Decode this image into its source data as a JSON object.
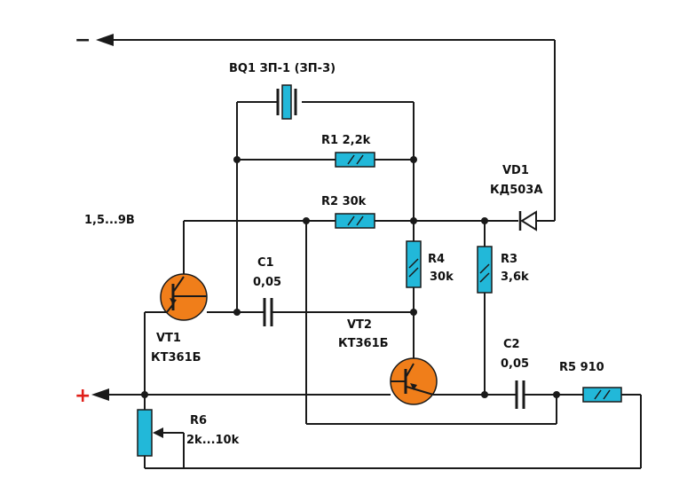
{
  "labels": {
    "quartz": "BQ1 ЗП-1 (ЗП-3)",
    "r1": "R1 2,2k",
    "r2": "R2 30k",
    "vd1_name": "VD1",
    "vd1_type": "КД503А",
    "supply": "1,5...9В",
    "c1_name": "C1",
    "c1_val": "0,05",
    "r4_name": "R4",
    "r4_val": "30k",
    "r3_name": "R3",
    "r3_val": "3,6k",
    "vt1_name": "VT1",
    "vt1_type": "КТ361Б",
    "vt2_name": "VT2",
    "vt2_type": "КТ361Б",
    "c2_name": "C2",
    "c2_val": "0,05",
    "r5": "R5 910",
    "r6_name": "R6",
    "r6_val": "2k...10k",
    "minus": "−",
    "plus": "+"
  },
  "colors": {
    "wire": "#1a1a1a",
    "resistor": "#22b8d9",
    "transistor": "#f07e1a",
    "plus": "#e0201a"
  }
}
